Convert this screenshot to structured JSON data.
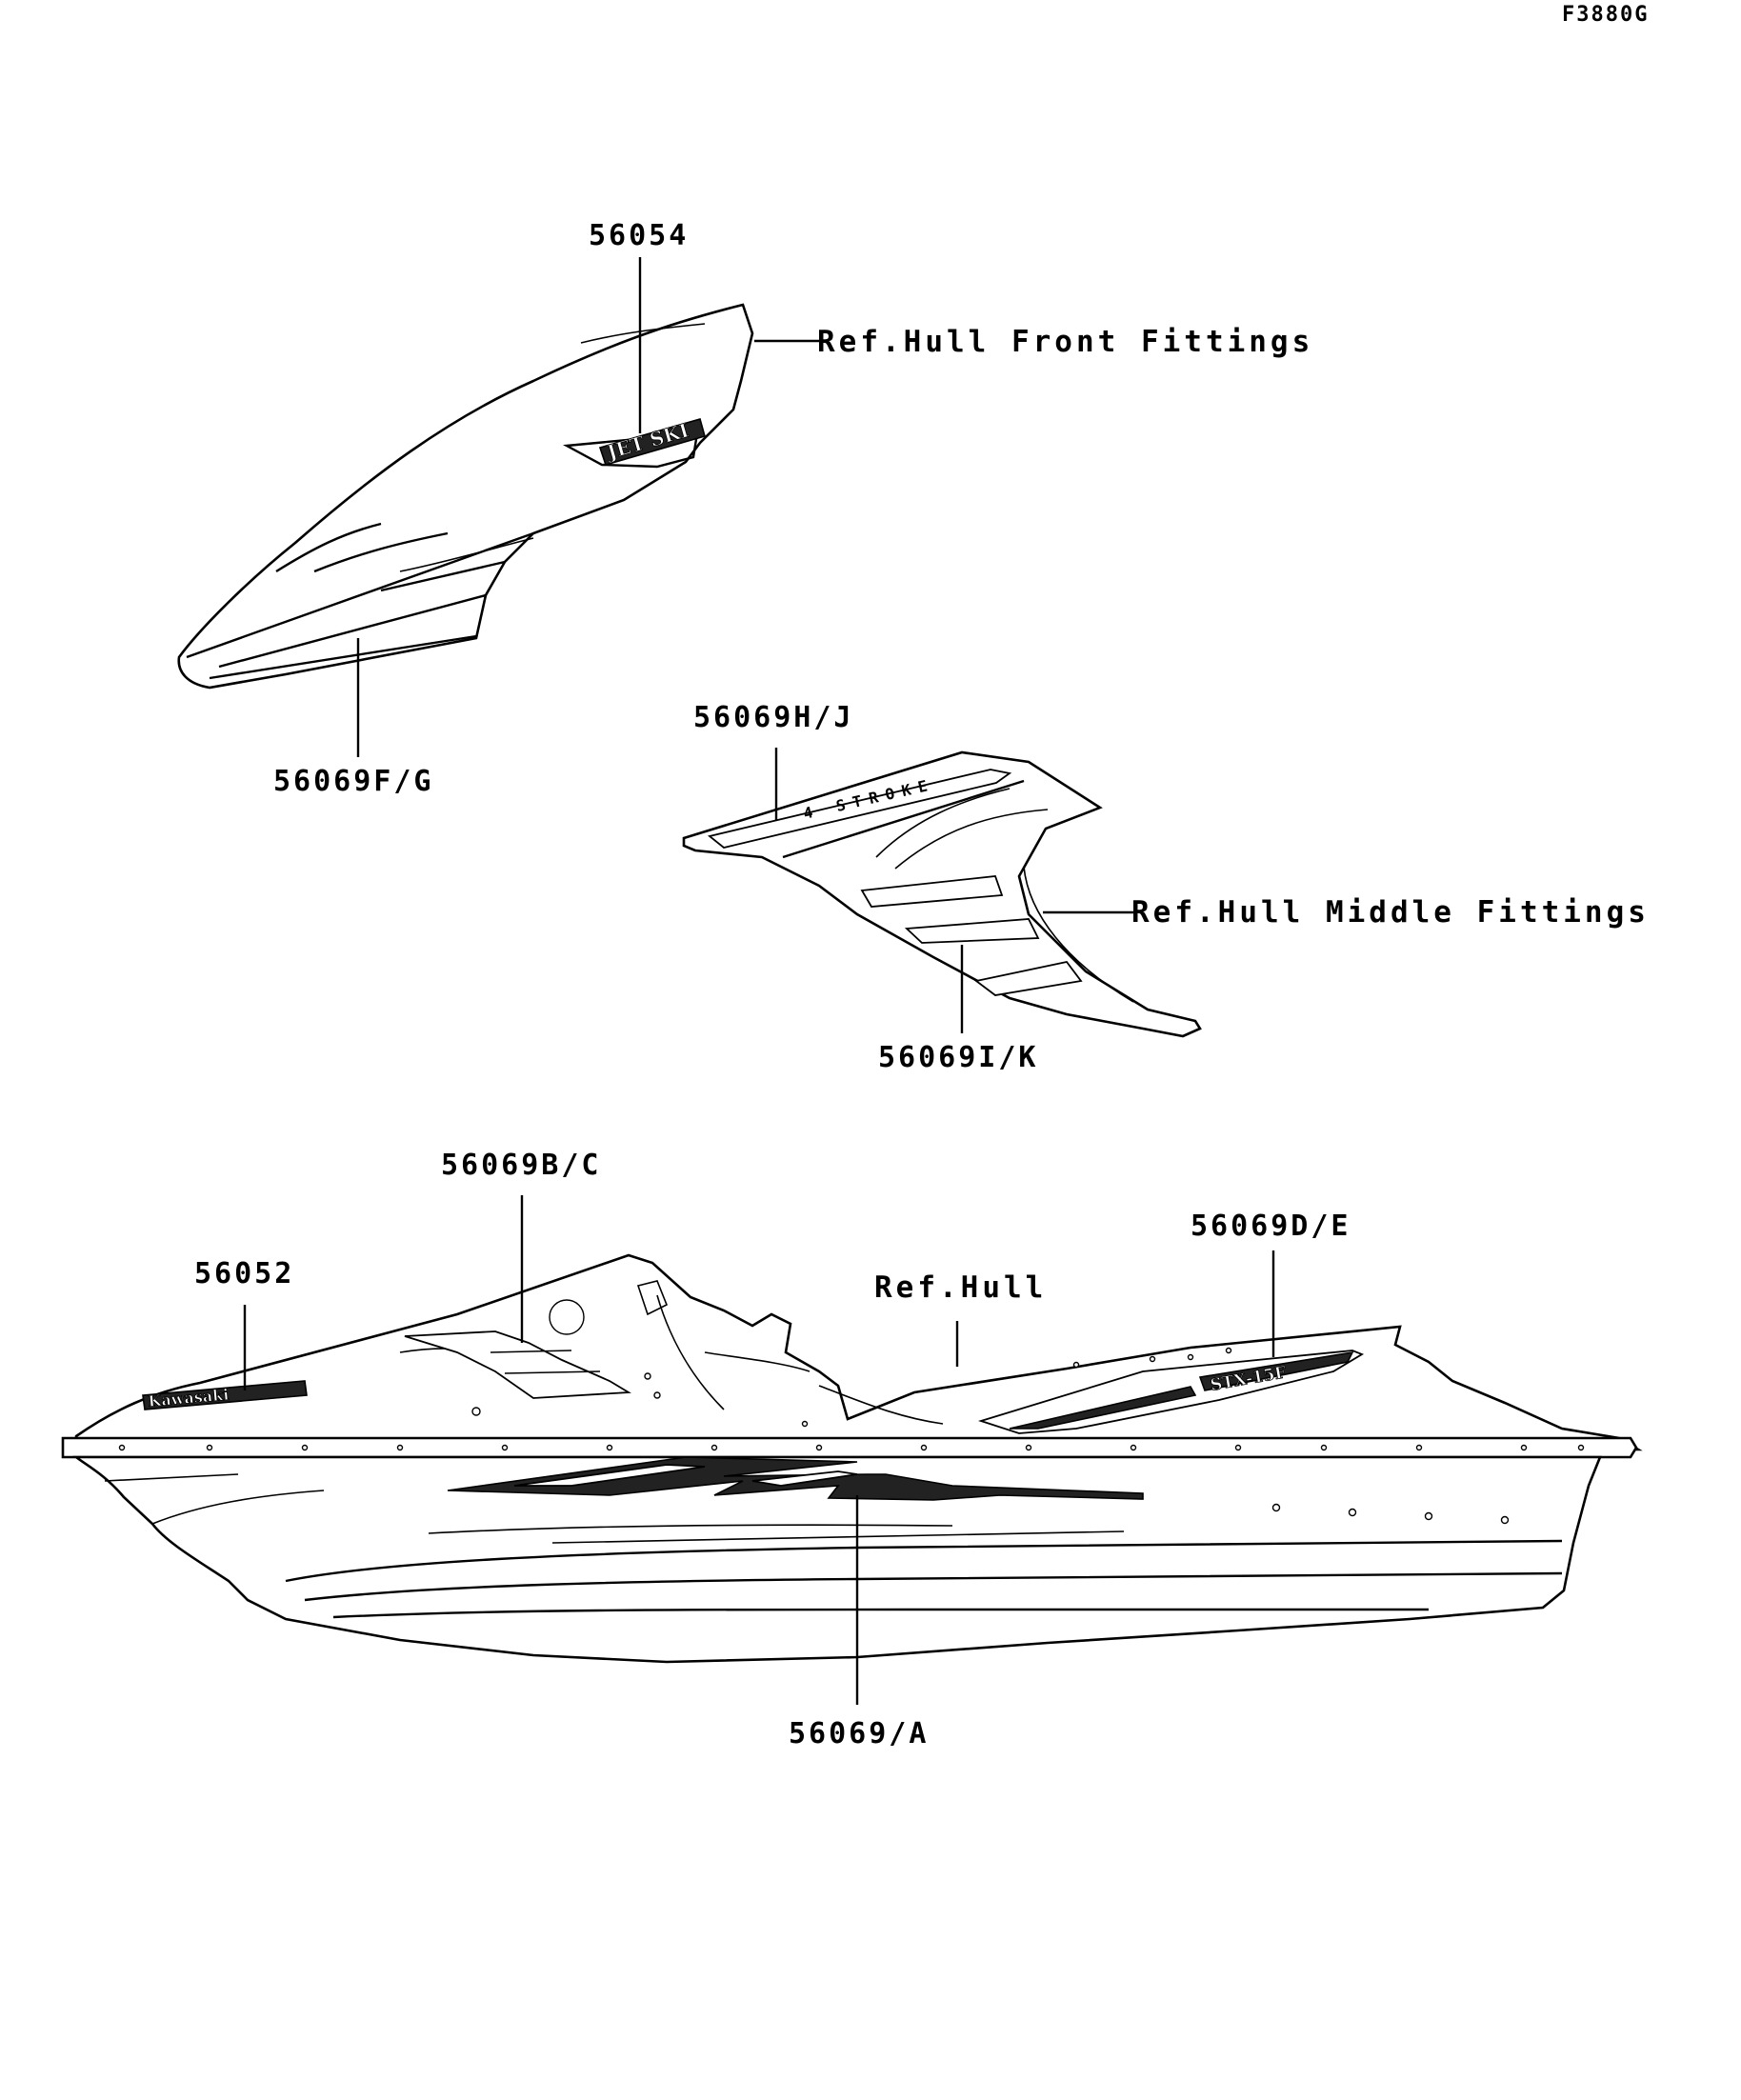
{
  "figure_code": "F3880G",
  "parts": {
    "p56054": "56054",
    "p56069FG": "56069F/G",
    "p56069HJ": "56069H/J",
    "p56069IK": "56069I/K",
    "p56069BC": "56069B/C",
    "p56052": "56052",
    "p56069DE": "56069D/E",
    "p56069A": "56069/A"
  },
  "refs": {
    "hull_front": "Ref.Hull Front Fittings",
    "hull_middle": "Ref.Hull Middle Fittings",
    "hull": "Ref.Hull"
  },
  "emblems": {
    "jetski": "JET SKI",
    "four_stroke": "4 STROKE",
    "kawasaki": "Kawasaki",
    "stx": "STX-15F"
  }
}
